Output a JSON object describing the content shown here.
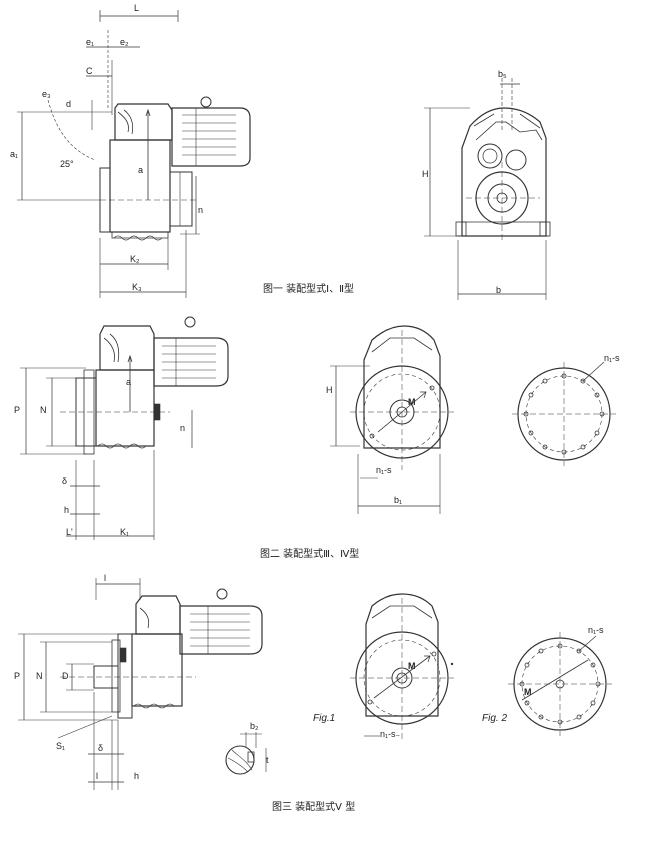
{
  "captions": {
    "fig1": "图一 装配型式Ⅰ、Ⅱ型",
    "fig2": "图二 装配型式Ⅲ、Ⅳ型",
    "fig3": "图三 装配型式Ⅴ 型"
  },
  "figure_tags": {
    "fig1": "Fig.1",
    "fig2": "Fig. 2"
  },
  "dims": {
    "L": "L",
    "e1": "e₁",
    "e2": "e₂",
    "C": "C",
    "e3": "e₃",
    "d": "d",
    "a1": "a₁",
    "a": "a",
    "angle": "25°",
    "n": "n",
    "K2": "K₂",
    "K3": "K₃",
    "b5": "b₅",
    "H": "H",
    "b": "b",
    "P": "P",
    "N": "N",
    "delta": "δ",
    "h": "h",
    "Lp": "L'",
    "K1": "K₁",
    "M": "M",
    "b1": "b₁",
    "n1s": "n₁-s",
    "l": "l",
    "D": "D",
    "S1": "S₁",
    "b2": "b₂",
    "t": "t",
    "n1s2": "n₁-s₋"
  }
}
